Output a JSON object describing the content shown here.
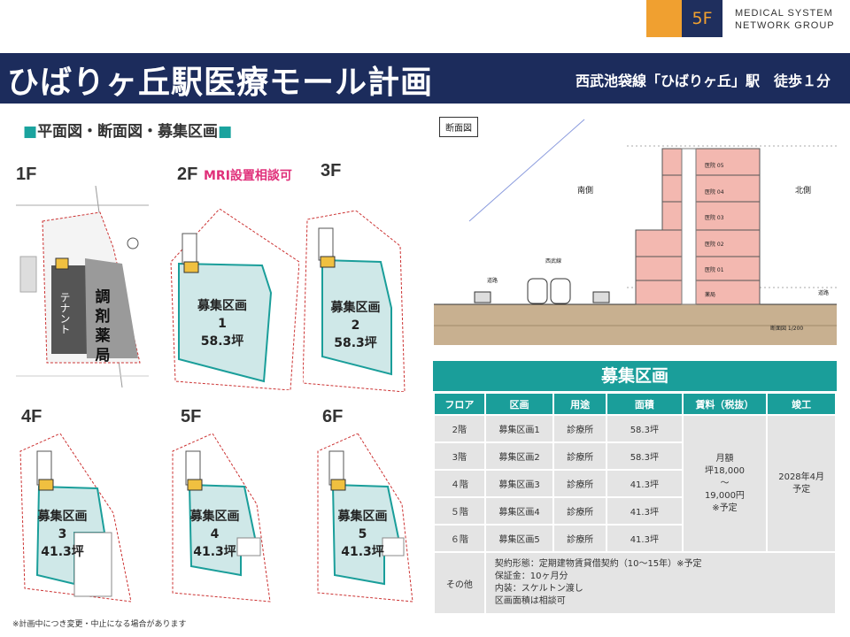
{
  "header": {
    "logo_floor": "5F",
    "logo_line1": "MEDICAL SYSTEM",
    "logo_line2": "NETWORK GROUP",
    "title": "ひばりヶ丘駅医療モール計画",
    "station_info": "西武池袋線「ひばりヶ丘」駅　徒歩１分"
  },
  "section_heading": "平面図・断面図・募集区画",
  "plans": {
    "f1": {
      "label": "1F",
      "tenant": "テナント",
      "pharmacy": [
        "調",
        "剤",
        "薬",
        "局"
      ]
    },
    "f2": {
      "label": "2F",
      "note": "MRI設置相談可",
      "name": "募集区画",
      "no": "1",
      "area": "58.3坪"
    },
    "f3": {
      "label": "3F",
      "name": "募集区画",
      "no": "2",
      "area": "58.3坪"
    },
    "f4": {
      "label": "4F",
      "name": "募集区画",
      "no": "3",
      "area": "41.3坪"
    },
    "f5": {
      "label": "5F",
      "name": "募集区画",
      "no": "4",
      "area": "41.3坪"
    },
    "f6": {
      "label": "6F",
      "name": "募集区画",
      "no": "5",
      "area": "41.3坪"
    }
  },
  "section_view": {
    "label": "断面図",
    "south": "南側",
    "north": "北側",
    "line": "西武線",
    "road": "道路",
    "floors": [
      "医院 05",
      "医院 04",
      "医院 03",
      "医院 02",
      "医院 01",
      "薬局"
    ],
    "scale": "断面図 1/200"
  },
  "table": {
    "title": "募集区画",
    "headers": [
      "フロア",
      "区画",
      "用途",
      "面積",
      "賃料（税抜）",
      "竣工"
    ],
    "rows": [
      [
        "2階",
        "募集区画1",
        "診療所",
        "58.3坪"
      ],
      [
        "3階",
        "募集区画2",
        "診療所",
        "58.3坪"
      ],
      [
        "４階",
        "募集区画3",
        "診療所",
        "41.3坪"
      ],
      [
        "５階",
        "募集区画4",
        "診療所",
        "41.3坪"
      ],
      [
        "６階",
        "募集区画5",
        "診療所",
        "41.3坪"
      ]
    ],
    "rent": [
      "月額",
      "坪18,000",
      "～",
      "19,000円",
      "※予定"
    ],
    "completion": [
      "2028年4月",
      "予定"
    ],
    "other_label": "その他",
    "other_lines": [
      "契約形態：定期建物賃貸借契約（10～15年）※予定",
      "保証金：10ヶ月分",
      "内装：スケルトン渡し",
      "区画面積は相談可"
    ]
  },
  "footnote": "※計画中につき変更・中止になる場合があります"
}
